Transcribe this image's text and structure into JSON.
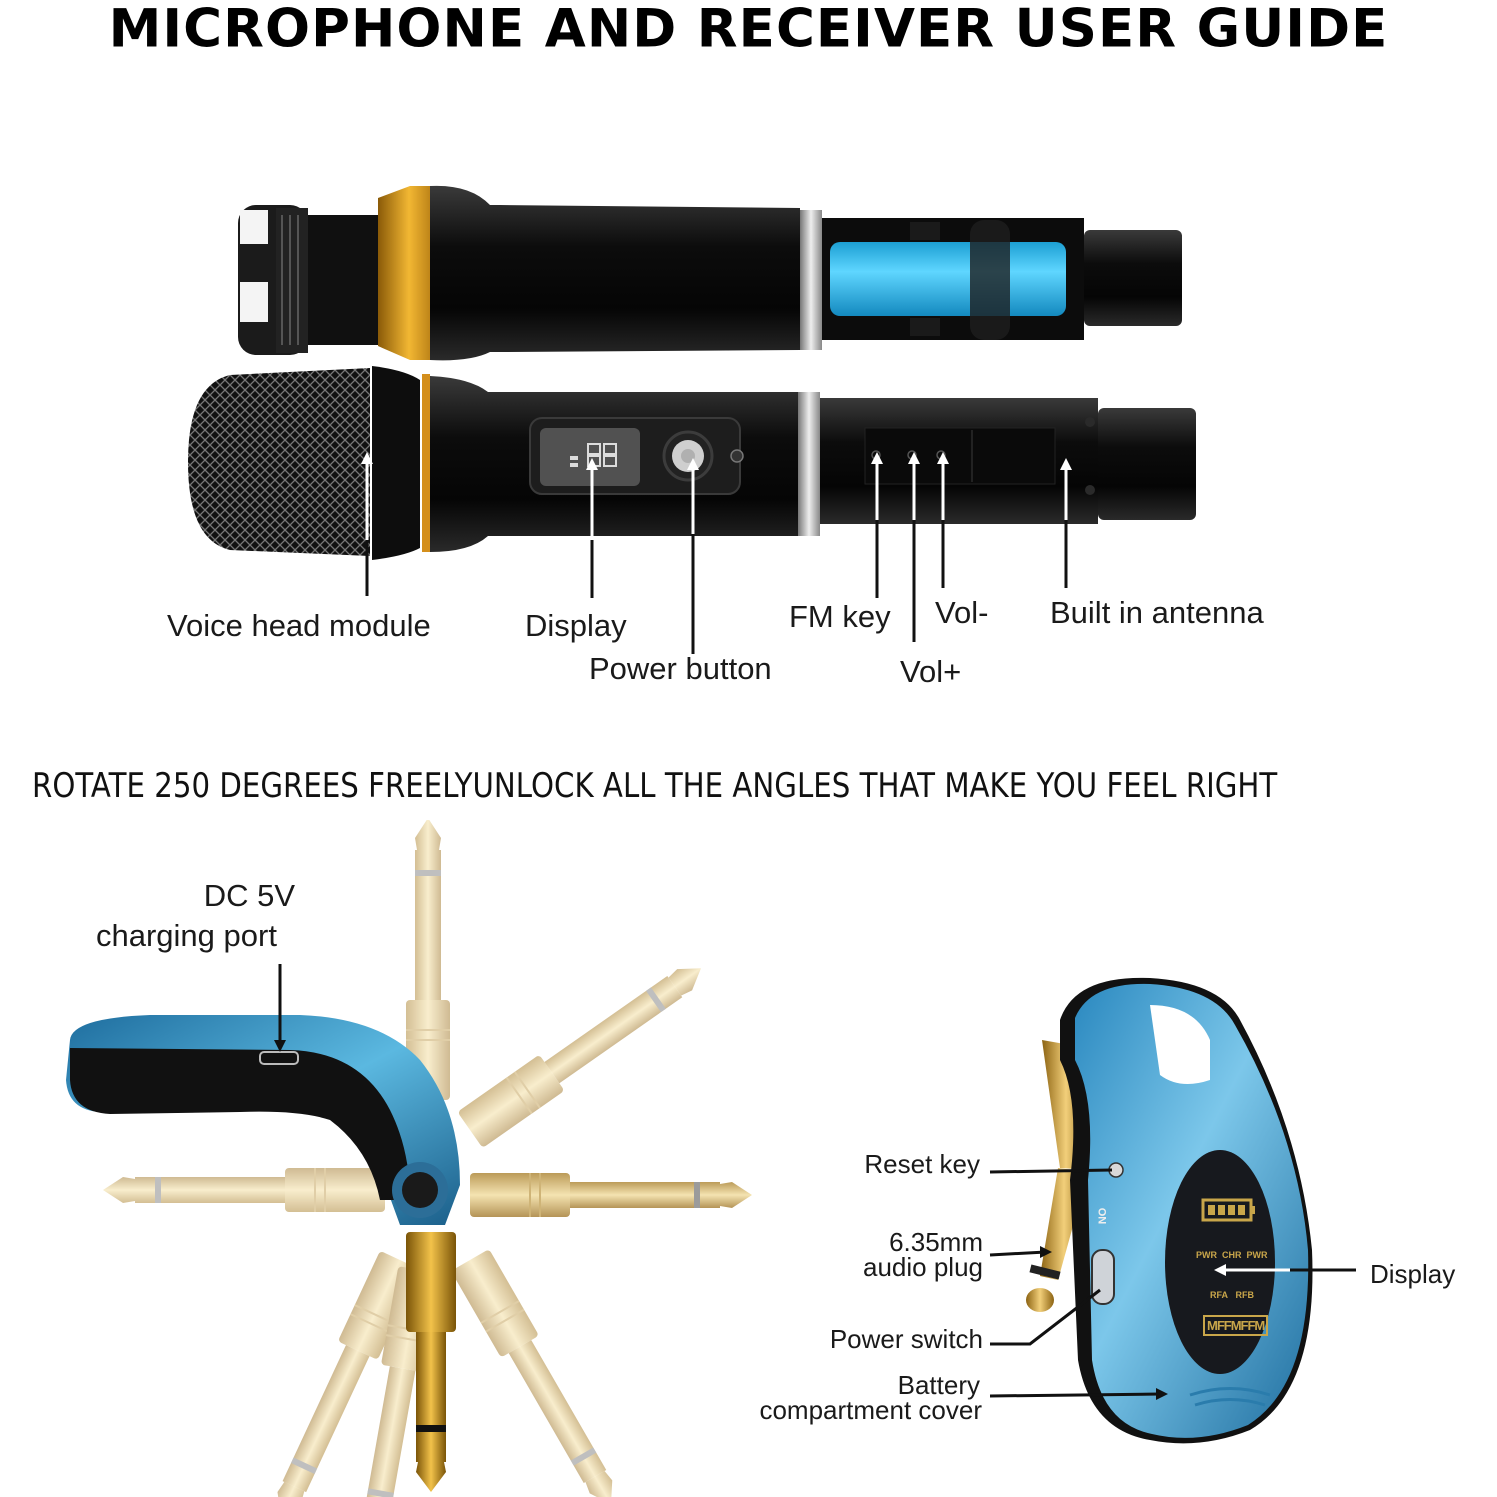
{
  "page": {
    "title": "MICROPHONE AND RECEIVER USER GUIDE",
    "subtitle": "ROTATE 250 DEGREES FREELYUNLOCK ALL THE ANGLES THAT MAKE YOU FEEL RIGHT"
  },
  "microphone": {
    "labels": {
      "voice_head_module": "Voice head module",
      "display": "Display",
      "power_button": "Power button",
      "fm_key": "FM key",
      "vol_minus": "Vol-",
      "vol_plus": "Vol+",
      "built_in_antenna": "Built in antenna"
    },
    "colors": {
      "body": "#121212",
      "gold_ring": "#d89a1c",
      "battery": "#29b6e8"
    }
  },
  "receiver_side": {
    "labels": {
      "charging_port_line1": "DC 5V",
      "charging_port_line2": "charging port"
    },
    "colors": {
      "blue": "#2f8fc4",
      "gold": "#d8b765"
    }
  },
  "receiver_front": {
    "labels": {
      "reset_key": "Reset key",
      "audio_plug_line1": "6.35mm",
      "audio_plug_line2": "audio plug",
      "power_switch": "Power switch",
      "battery_cover_line1": "Battery",
      "battery_cover_line2": "compartment cover",
      "display": "Display"
    },
    "screen": {
      "indicators_row1": [
        "PWR",
        "CHR",
        "PWR"
      ],
      "indicators_row2": [
        "RFA",
        "RFB"
      ],
      "brand": "MFFMFFM",
      "switch_text": "ON"
    },
    "colors": {
      "blue": "#3aa5d8",
      "screen": "#16181d",
      "screen_text": "#c9a64a"
    }
  }
}
